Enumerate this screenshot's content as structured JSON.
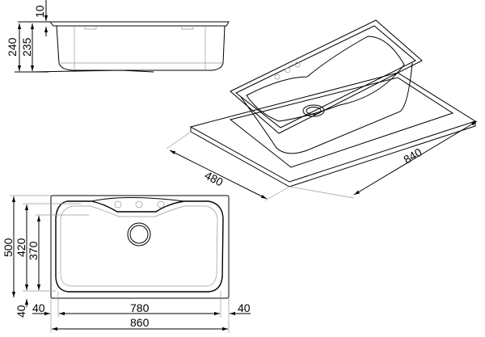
{
  "side_view": {
    "dims": {
      "rim": "10",
      "total_height": "240",
      "bowl_depth": "235"
    }
  },
  "isometric_view": {
    "dims": {
      "width": "480",
      "length": "840"
    }
  },
  "top_view": {
    "dims": {
      "outer_height": "500",
      "bowl_height": "420",
      "inner_height": "370",
      "bottom_margin": "40",
      "left_margin": "40",
      "bowl_width": "780",
      "right_margin": "40",
      "outer_width": "860"
    }
  }
}
